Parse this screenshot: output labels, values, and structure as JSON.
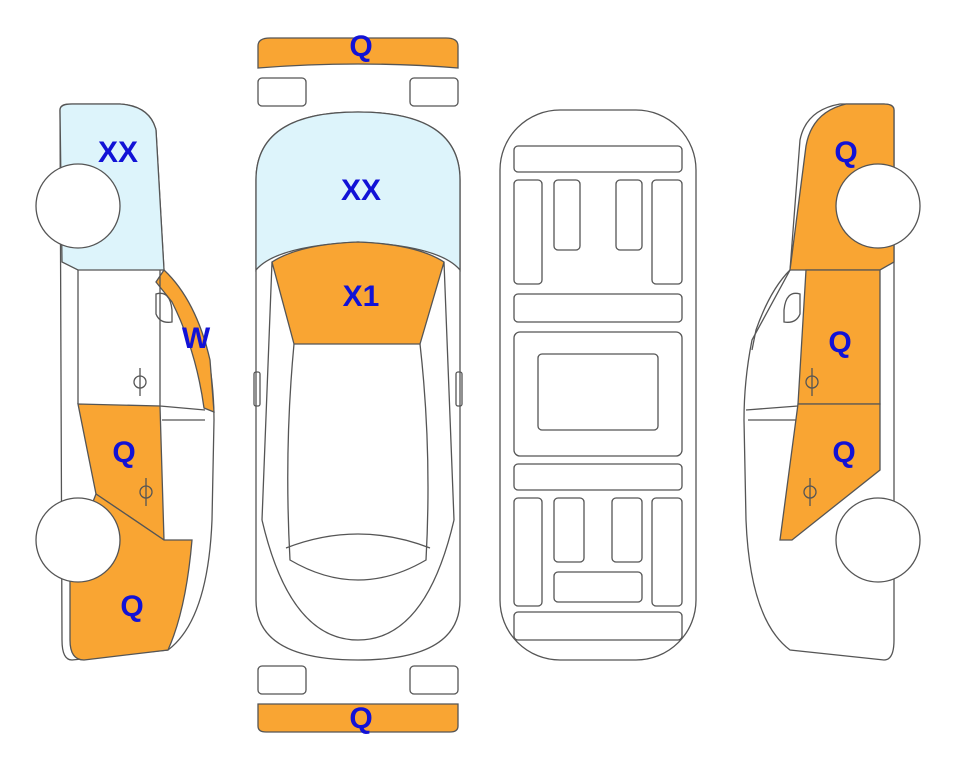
{
  "colors": {
    "damage_orange": "#F9A533",
    "glass_blue": "#DDF4FB",
    "label_blue": "#1212D6",
    "outline": "#555555",
    "body_fill": "#FFFFFF"
  },
  "views": {
    "left_side": {
      "labels": {
        "rear_glass": "XX",
        "rear_door_frame": "W",
        "front_door": "Q",
        "front_fender": "Q"
      }
    },
    "top": {
      "labels": {
        "rear_bumper": "Q",
        "windshield": "XX",
        "hood": "X1",
        "front_bumper": "Q"
      }
    },
    "underside": {
      "labels": {}
    },
    "right_side": {
      "labels": {
        "rear_quarter": "Q",
        "rear_door": "Q",
        "front_door": "Q"
      }
    }
  }
}
